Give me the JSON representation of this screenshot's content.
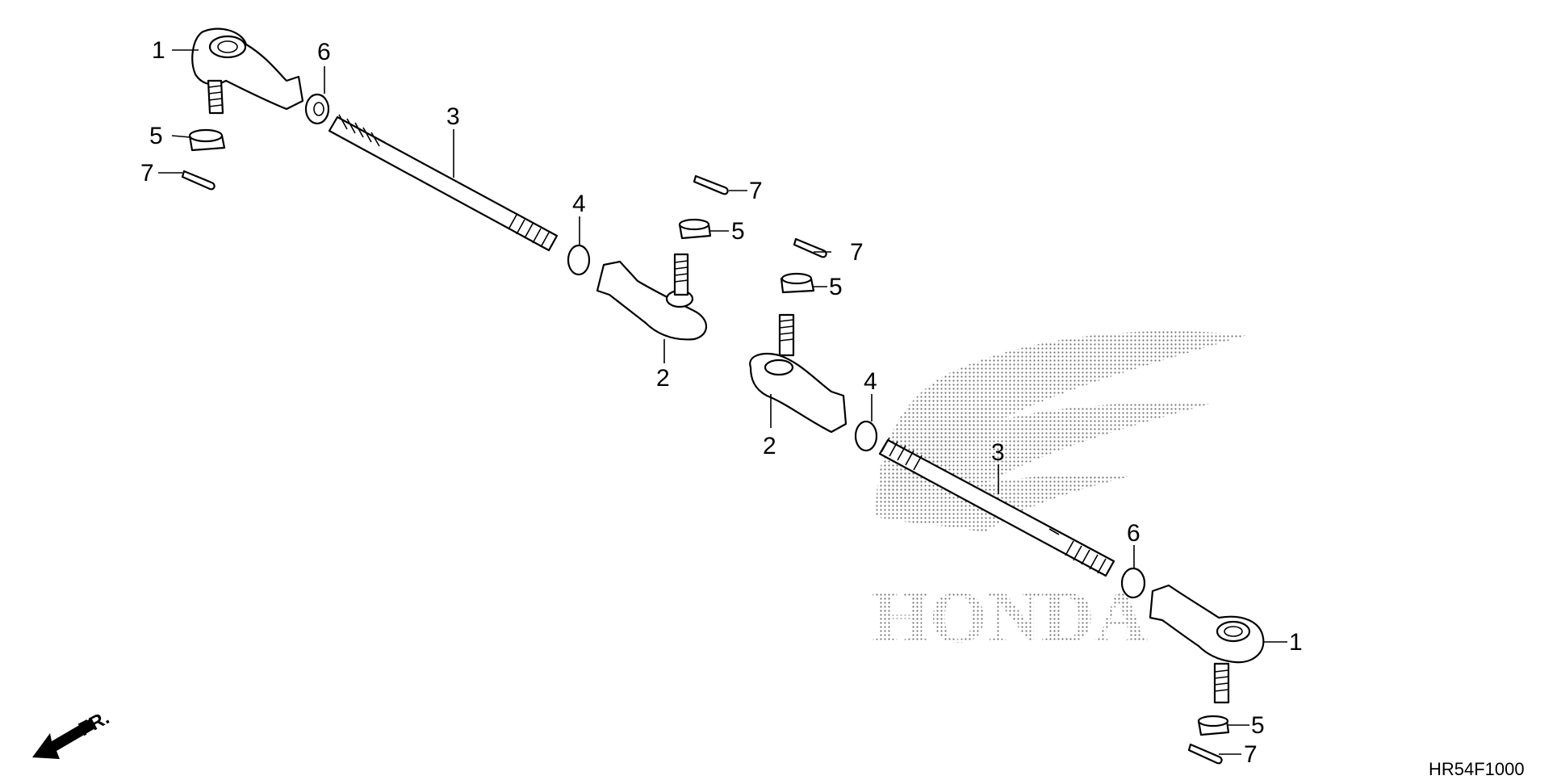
{
  "diagram": {
    "code": "HR54F1000",
    "direction": "FR.",
    "brand": "HONDA",
    "callouts": {
      "tie_rod_end_outer": "1",
      "tie_rod_end_inner": "2",
      "tie_rod": "3",
      "nut_4": "4",
      "castle_nut": "5",
      "nut_6": "6",
      "cotter_pin": "7"
    }
  }
}
